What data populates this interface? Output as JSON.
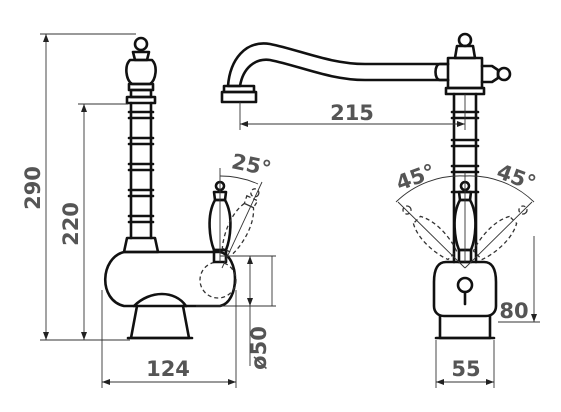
{
  "dimensions": {
    "height_total": "290",
    "height_spout": "220",
    "reach": "215",
    "handle_rotation": "25°",
    "base_width": "124",
    "base_diameter": "ø50",
    "side_angle_left": "45°",
    "side_angle_right": "45°",
    "handle_offset": "80",
    "base_depth": "55"
  },
  "colors": {
    "line": "#111111",
    "dimension_text": "#555555"
  }
}
